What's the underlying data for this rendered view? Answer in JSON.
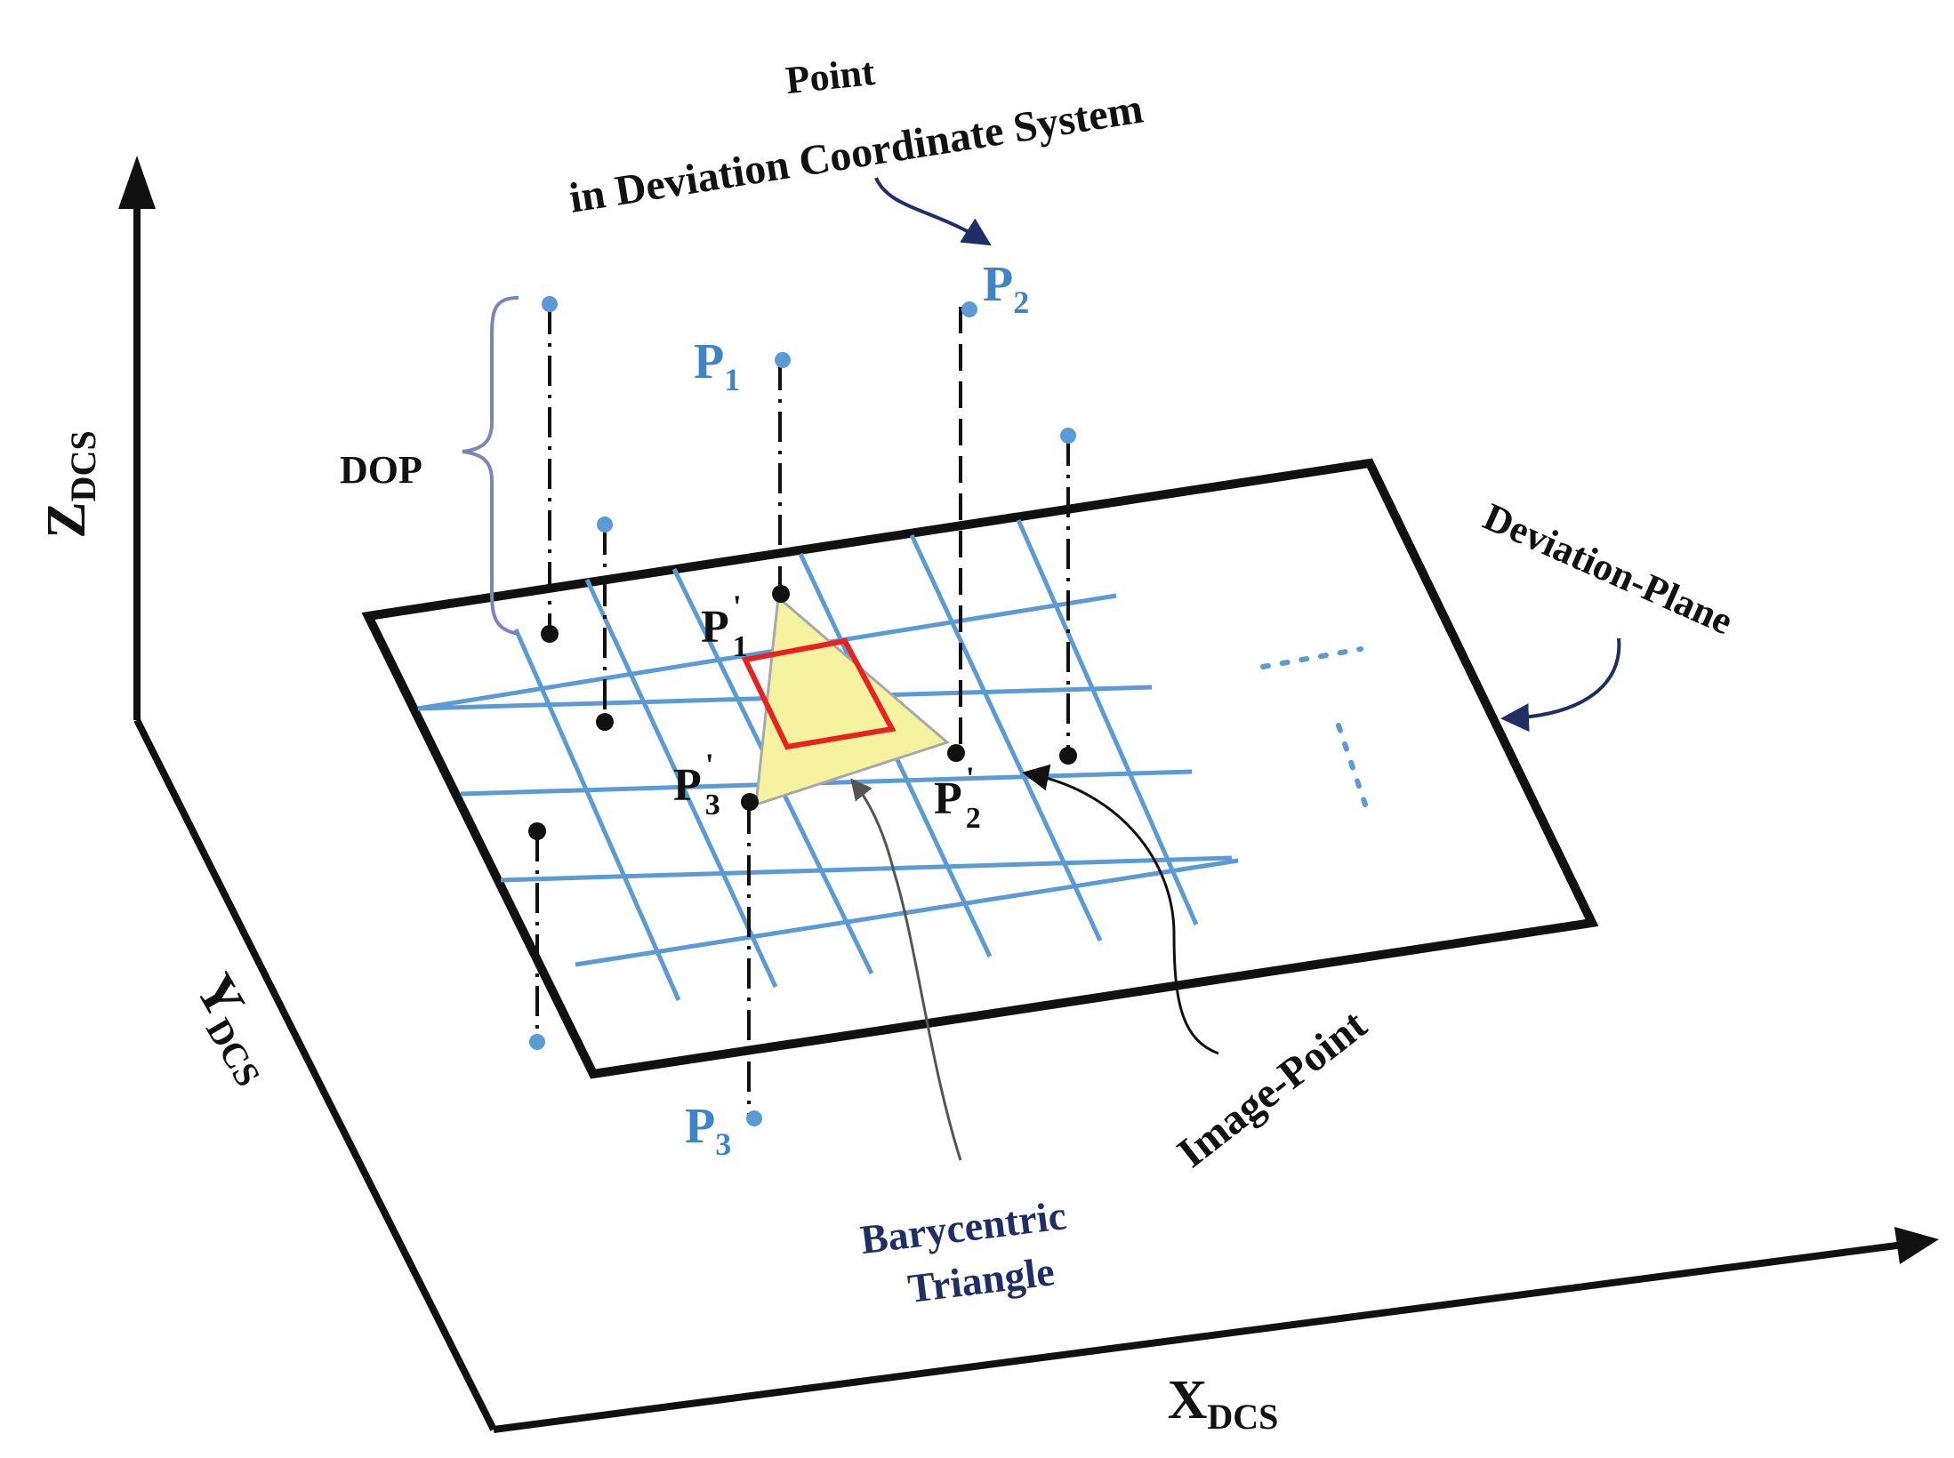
{
  "labels": {
    "title_line1": "Point",
    "title_line2": "in Deviation Coordinate System",
    "z_axis": "Z",
    "y_axis": "Y",
    "x_axis": "X",
    "axis_subscript": "DCS",
    "dop": "DOP",
    "deviation_plane": "Deviation-Plane",
    "image_point": "Image-Point",
    "barycentric_line1": "Barycentric",
    "barycentric_line2": "Triangle",
    "p": "P",
    "prime": "'",
    "sub1": "1",
    "sub2": "2",
    "sub3": "3"
  },
  "colors": {
    "grid": "#5b9bd5",
    "point": "#5b9bd5",
    "point_label": "#3d85c6",
    "cell": "#e8231f",
    "triangle_fill": "#f6f3a0",
    "arrow_navy": "#1f2f66",
    "text_navy": "#1f2f66",
    "ink": "#111111"
  }
}
